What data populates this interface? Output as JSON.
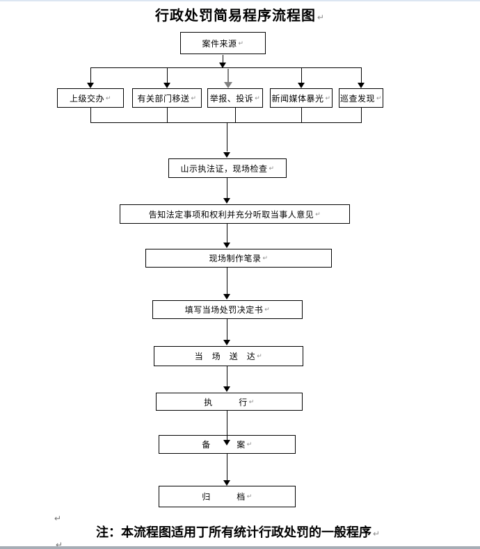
{
  "document": {
    "title": "行政处罚简易程序流程图",
    "note": "注：本流程图适用丁所有统计行政处罚的一般程序",
    "paragraph_mark": "↵"
  },
  "flowchart": {
    "source": {
      "label": "案件来源"
    },
    "channels": [
      {
        "label": "上级交办"
      },
      {
        "label": "有关部门移送"
      },
      {
        "label": "举报、投诉"
      },
      {
        "label": "新闻媒体暴光"
      },
      {
        "label": "巡查发现"
      }
    ],
    "steps": [
      {
        "label": "山示执法证，现场检查"
      },
      {
        "label": "告知法定事项和权利并充分听取当事人意见"
      },
      {
        "label": "现场制作笔录"
      },
      {
        "label": "填写当场处罚决定书"
      },
      {
        "label": "当　场　送　达"
      },
      {
        "label": "执　　　行"
      },
      {
        "label": "备　　　案"
      },
      {
        "label": "归　　　档"
      }
    ]
  },
  "colors": {
    "line": "#000000",
    "accent_arrow": "#7f7f7f",
    "page_top_edge": "#dce6f2",
    "page_bottom_edge": "#a6adb5"
  }
}
